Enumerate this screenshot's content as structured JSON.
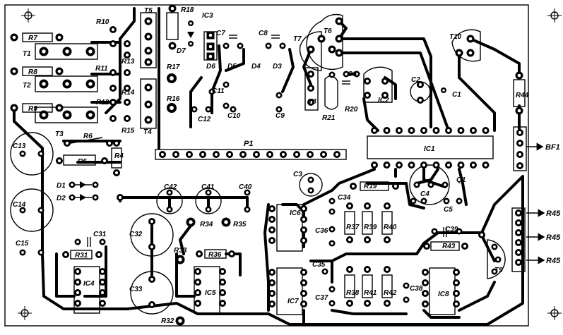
{
  "title_label": "P1",
  "connectors": {
    "bf1": "BF1",
    "r45": [
      "R45",
      "R45",
      "R45"
    ]
  },
  "transistors": [
    "T1",
    "T2",
    "T3",
    "T4",
    "T5",
    "T6",
    "T7",
    "T8",
    "T9",
    "T10",
    "Q1"
  ],
  "ics": [
    "IC1",
    "IC2",
    "IC3",
    "IC4",
    "IC5",
    "IC6",
    "IC7",
    "IC8"
  ],
  "resistors": [
    "R4",
    "R5",
    "R6",
    "R7",
    "R8",
    "R9",
    "R10",
    "R11",
    "R12",
    "R13",
    "R14",
    "R15",
    "R16",
    "R17",
    "R18",
    "R19",
    "R20",
    "R21",
    "R31",
    "R32",
    "R33",
    "R34",
    "R35",
    "R36",
    "R37",
    "R38",
    "R39",
    "R40",
    "R41",
    "R42",
    "R43",
    "R44"
  ],
  "capacitors": [
    "C1",
    "C2",
    "C3",
    "C4",
    "C5",
    "C6",
    "C7",
    "C8",
    "C9",
    "C10",
    "C11",
    "C12",
    "C13",
    "C14",
    "C15",
    "C31",
    "C32",
    "C33",
    "C34",
    "C35",
    "C36",
    "C37",
    "C38",
    "C39",
    "C40",
    "C41",
    "C42"
  ],
  "diodes": [
    "D1",
    "D2",
    "D3",
    "D4",
    "D5",
    "D6",
    "D7"
  ]
}
